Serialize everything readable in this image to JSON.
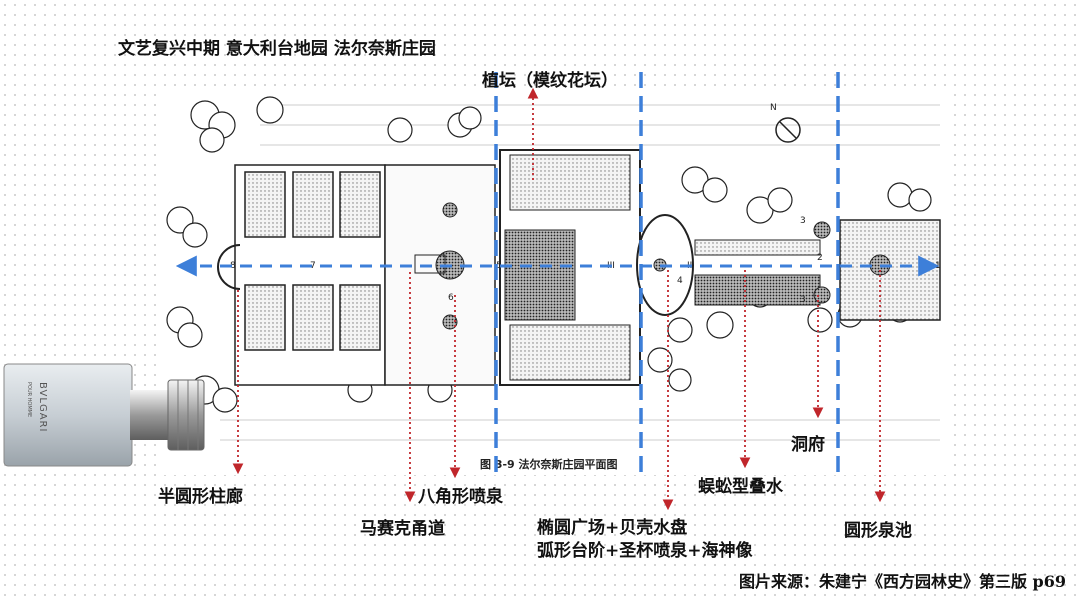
{
  "title": "文艺复兴中期 意大利台地园 法尔奈斯庄园",
  "source": "图片来源：朱建宁《西方园林史》第三版 p69",
  "figure_caption": "图 3-9 法尔奈斯庄园平面图",
  "plan_numbers": [
    "1",
    "2",
    "3",
    "3",
    "4",
    "5",
    "6",
    "7",
    "8",
    "II",
    "III",
    "N"
  ],
  "labels": {
    "parterre": "植坛（模纹花坛）",
    "exedra": "半圆形柱廊",
    "mosaic_path": "马赛克甬道",
    "octagon_fountain": "八角形喷泉",
    "oval_line1": "椭圆广场+贝壳水盘",
    "oval_line2": "弧形台阶+圣杯喷泉+海神像",
    "catena": "蜈蚣型叠水",
    "grotto": "洞府",
    "round_pool": "圆形泉池"
  },
  "bottle": {
    "brand": "BVLGARI",
    "sub": "POUR HOMME"
  },
  "colors": {
    "axis_blue": "#3d7fd9",
    "pointer_red": "#c0262b"
  }
}
